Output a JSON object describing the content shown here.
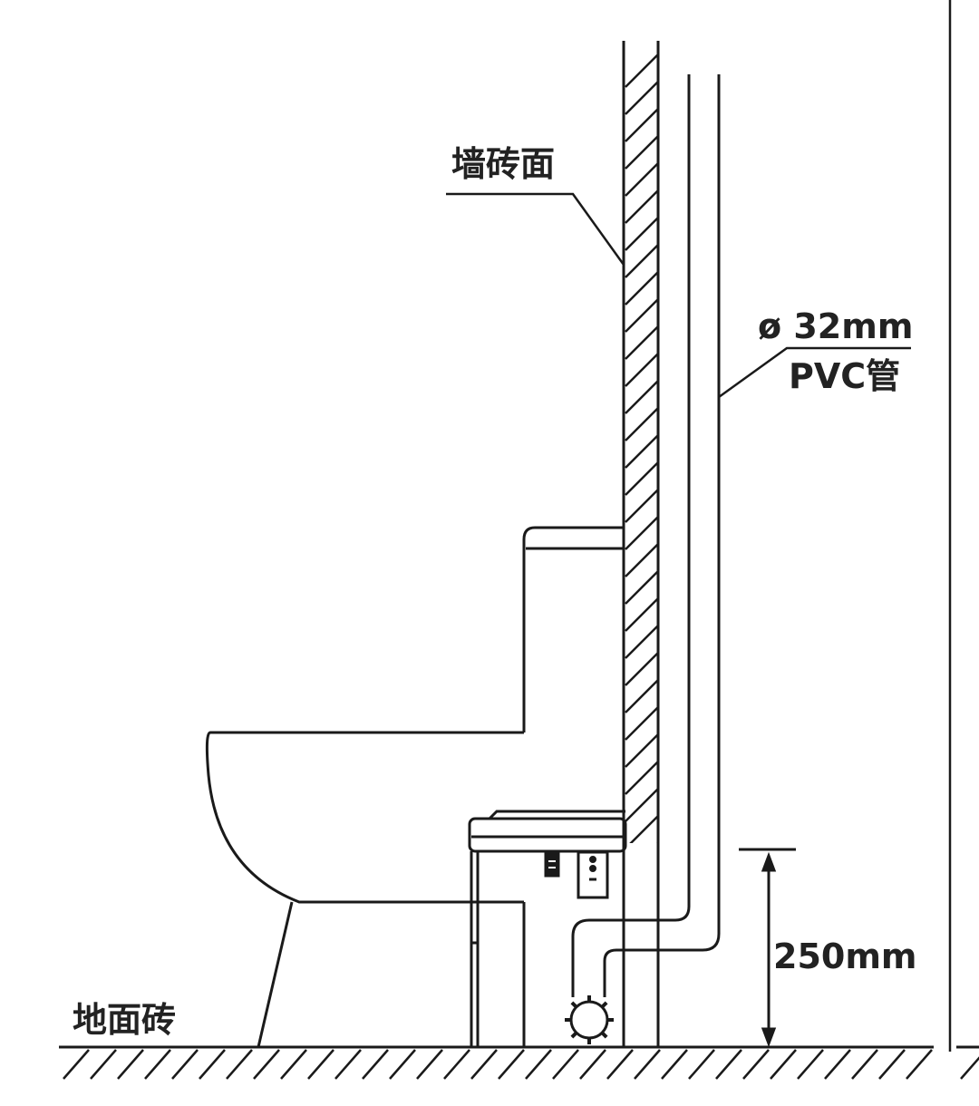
{
  "labels": {
    "wall_tile": "墙砖面",
    "pipe_diameter": "ø 32mm",
    "pipe_material": "PVC管",
    "height": "250mm",
    "floor_tile": "地面砖"
  },
  "colors": {
    "line": "#1a1a1a",
    "background": "#ffffff"
  }
}
